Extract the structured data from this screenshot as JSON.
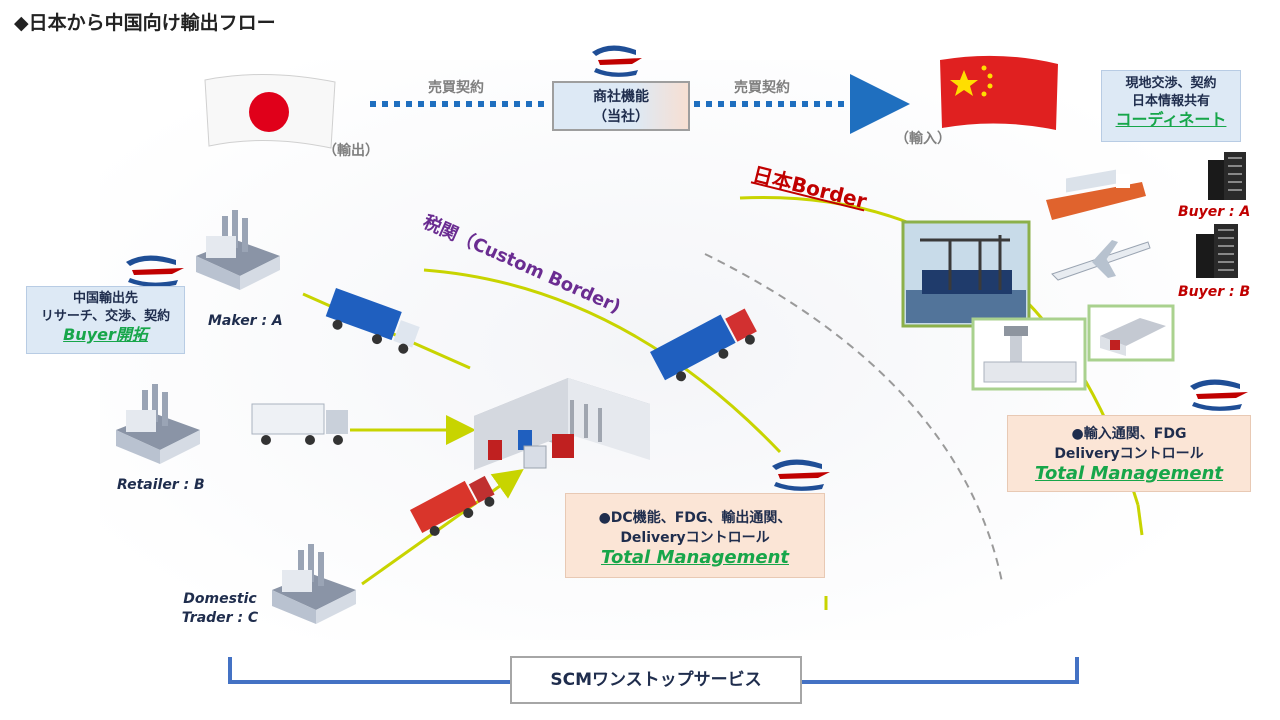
{
  "title": "◆日本から中国向け輸出フロー",
  "trade": {
    "left_label": "売買契約",
    "right_label": "売買契約",
    "center_line1": "商社機能",
    "center_line2": "（当社）",
    "export_label": "（輸出）",
    "import_label": "（輸入）"
  },
  "coordinate_box": {
    "line1": "現地交渉、契約",
    "line2": "日本情報共有",
    "link": "コーディネート"
  },
  "buyer_dev_box": {
    "line1": "中国輸出先",
    "line2": "リサーチ、交渉、契約",
    "link": "Buyer開拓"
  },
  "borders": {
    "japan": "日本Border",
    "custom": "税関（Custom Border)"
  },
  "nodes": {
    "maker": "Maker : A",
    "retailer": "Retailer : B",
    "domestic_line1": "Domestic",
    "domestic_line2": "Trader : C",
    "buyer_a": "Buyer : A",
    "buyer_b": "Buyer : B"
  },
  "callout_export": {
    "line1": "●DC機能、FDG、輸出通関、",
    "line2": "Deliveryコントロール",
    "link": "Total Management"
  },
  "callout_import": {
    "line1": "●輸入通関、FDG",
    "line2": "Deliveryコントロール",
    "link": "Total Management"
  },
  "footer": {
    "scm": "SCMワンストップサービス"
  },
  "icons": {
    "company_logo": "company-logo-icon",
    "japan_flag": "japan-flag-icon",
    "china_flag": "china-flag-icon",
    "factory": "factory-icon",
    "truck": "truck-icon",
    "warehouse": "warehouse-icon",
    "ship": "ship-icon",
    "airplane": "airplane-icon",
    "building": "building-icon",
    "port": "port-icon",
    "airport": "airport-icon"
  },
  "colors": {
    "arrow_blue": "#1f6fbf",
    "curve_green": "#c8d400",
    "accent_green": "#17a64a",
    "border_red": "#c00000",
    "custom_purple": "#6a2c91",
    "callout_bg": "#fbe5d6",
    "box_bg": "#dde9f5",
    "bracket_blue": "#4472c4"
  }
}
